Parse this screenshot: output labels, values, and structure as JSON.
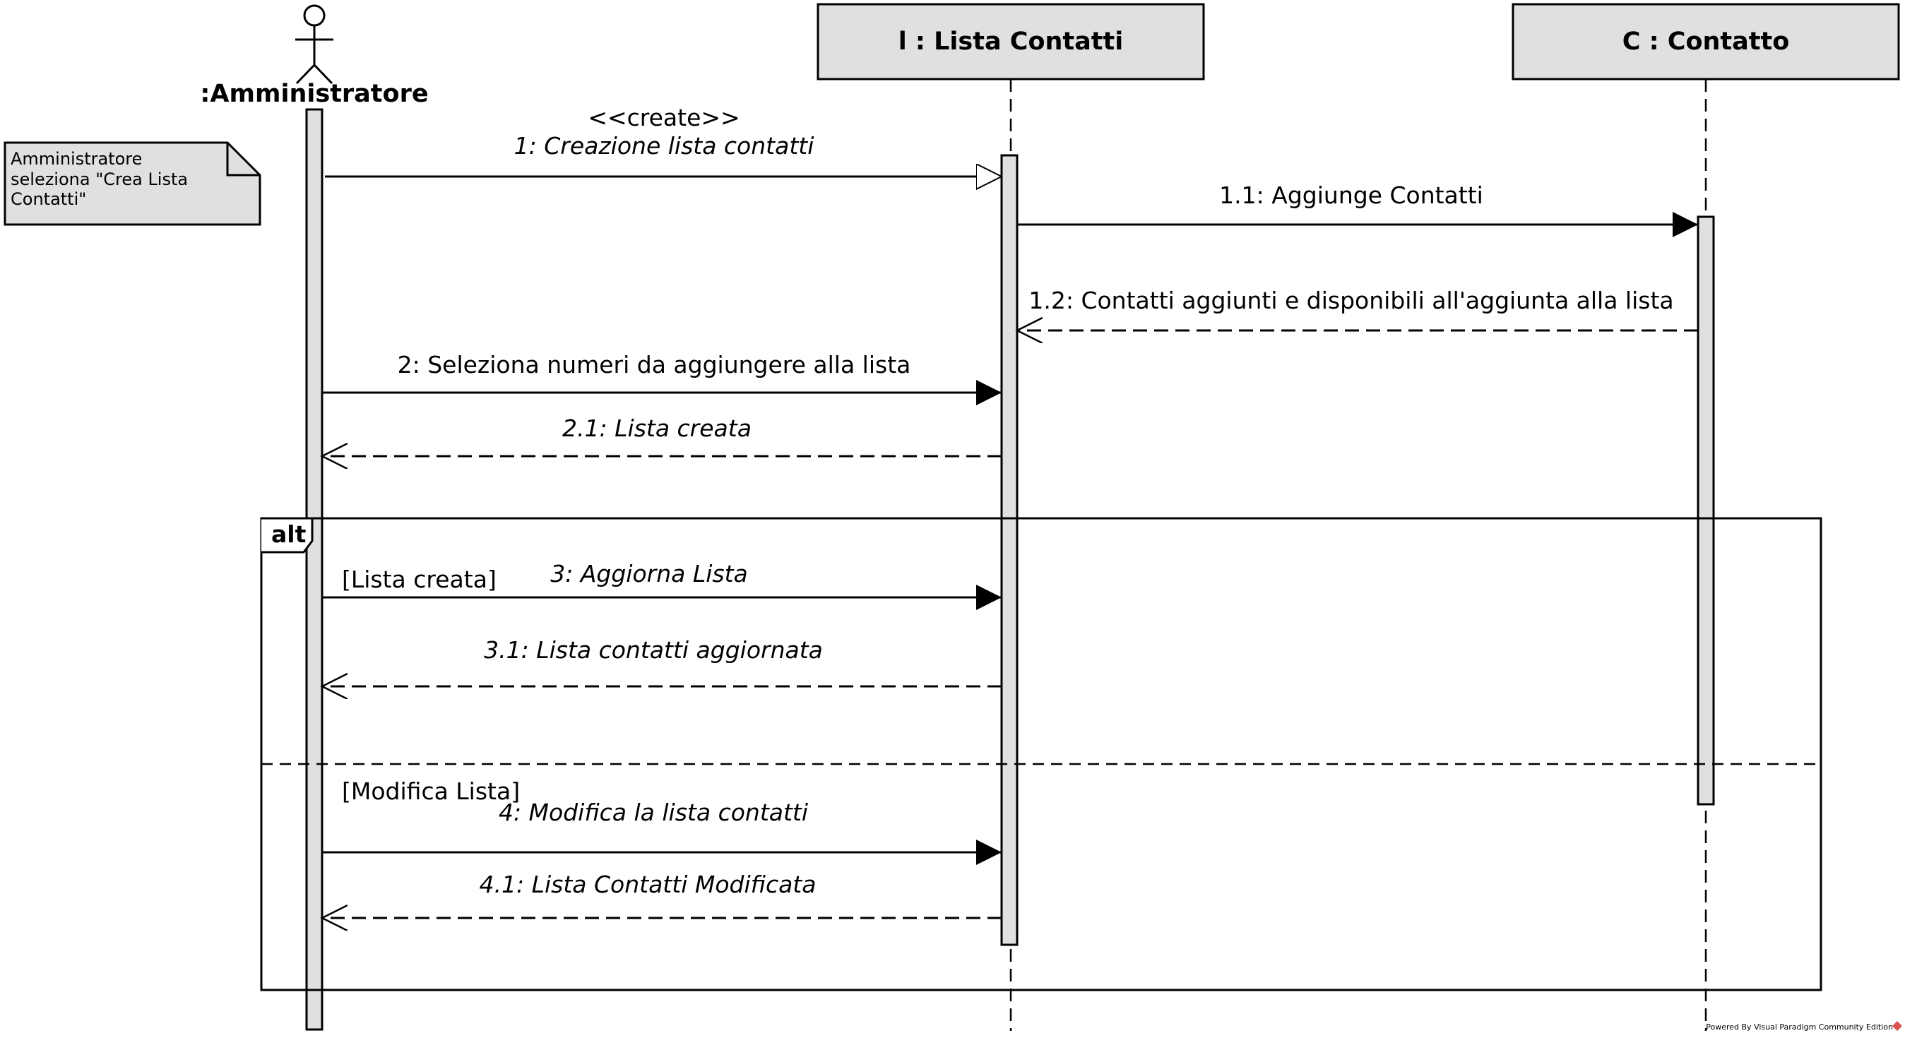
{
  "actor": {
    "name": ":Amministratore"
  },
  "lifelines": {
    "lista": {
      "name": "l : Lista Contatti"
    },
    "contatto": {
      "name": "C : Contatto"
    }
  },
  "note": {
    "lines": [
      "Amministratore",
      "seleziona \"Crea Lista",
      "Contatti\""
    ]
  },
  "messages": {
    "create_stereotype": "<<create>>",
    "m1": "1: Creazione lista contatti",
    "m1_1": "1.1: Aggiunge Contatti",
    "m1_2": "1.2: Contatti aggiunti e disponibili all'aggiunta alla lista",
    "m2": "2: Seleziona numeri da aggiungere alla lista",
    "m2_1": "2.1: Lista creata",
    "m3": "3: Aggiorna Lista",
    "m3_1": "3.1: Lista contatti aggiornata",
    "m4": "4: Modifica la lista contatti",
    "m4_1": "4.1: Lista Contatti Modificata"
  },
  "fragment": {
    "operator": "alt",
    "guard1": "[Lista creata]",
    "guard2": "[Modifica Lista]"
  },
  "watermark": "Powered By Visual Paradigm Community Edition",
  "colors": {
    "box_fill": "#e0e0e0",
    "stroke": "#000000",
    "watermark_icon": "#d9534f"
  }
}
